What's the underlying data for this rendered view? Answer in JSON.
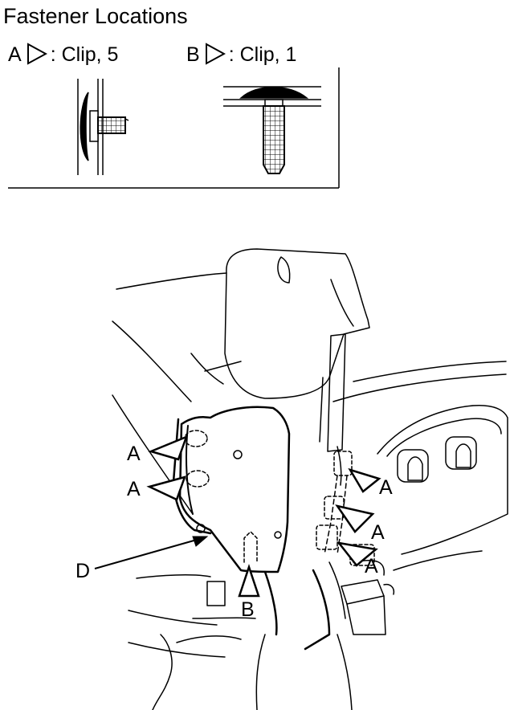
{
  "title": "Fastener Locations",
  "legend": [
    {
      "letter": "A",
      "text": ": Clip, 5"
    },
    {
      "letter": "B",
      "text": ": Clip, 1"
    }
  ],
  "callouts": {
    "a": "A",
    "b": "B",
    "d": "D"
  },
  "colors": {
    "ink": "#000000",
    "paper": "#ffffff"
  }
}
